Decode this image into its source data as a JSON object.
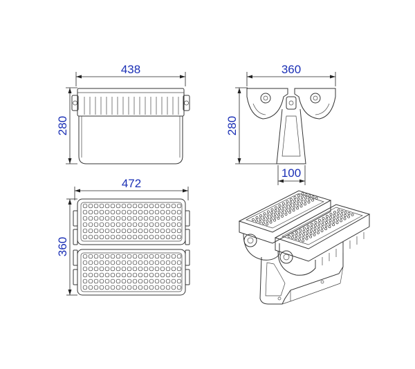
{
  "dimensions": {
    "front_width": "438",
    "front_height": "280",
    "side_width": "360",
    "side_height": "280",
    "bracket_width": "100",
    "top_width": "472",
    "top_height": "360"
  },
  "colors": {
    "dimension_text": "#1a2fb5",
    "linework": "#333333",
    "background": "#ffffff"
  },
  "views": [
    "front-view",
    "side-view",
    "top-view",
    "isometric-view"
  ]
}
